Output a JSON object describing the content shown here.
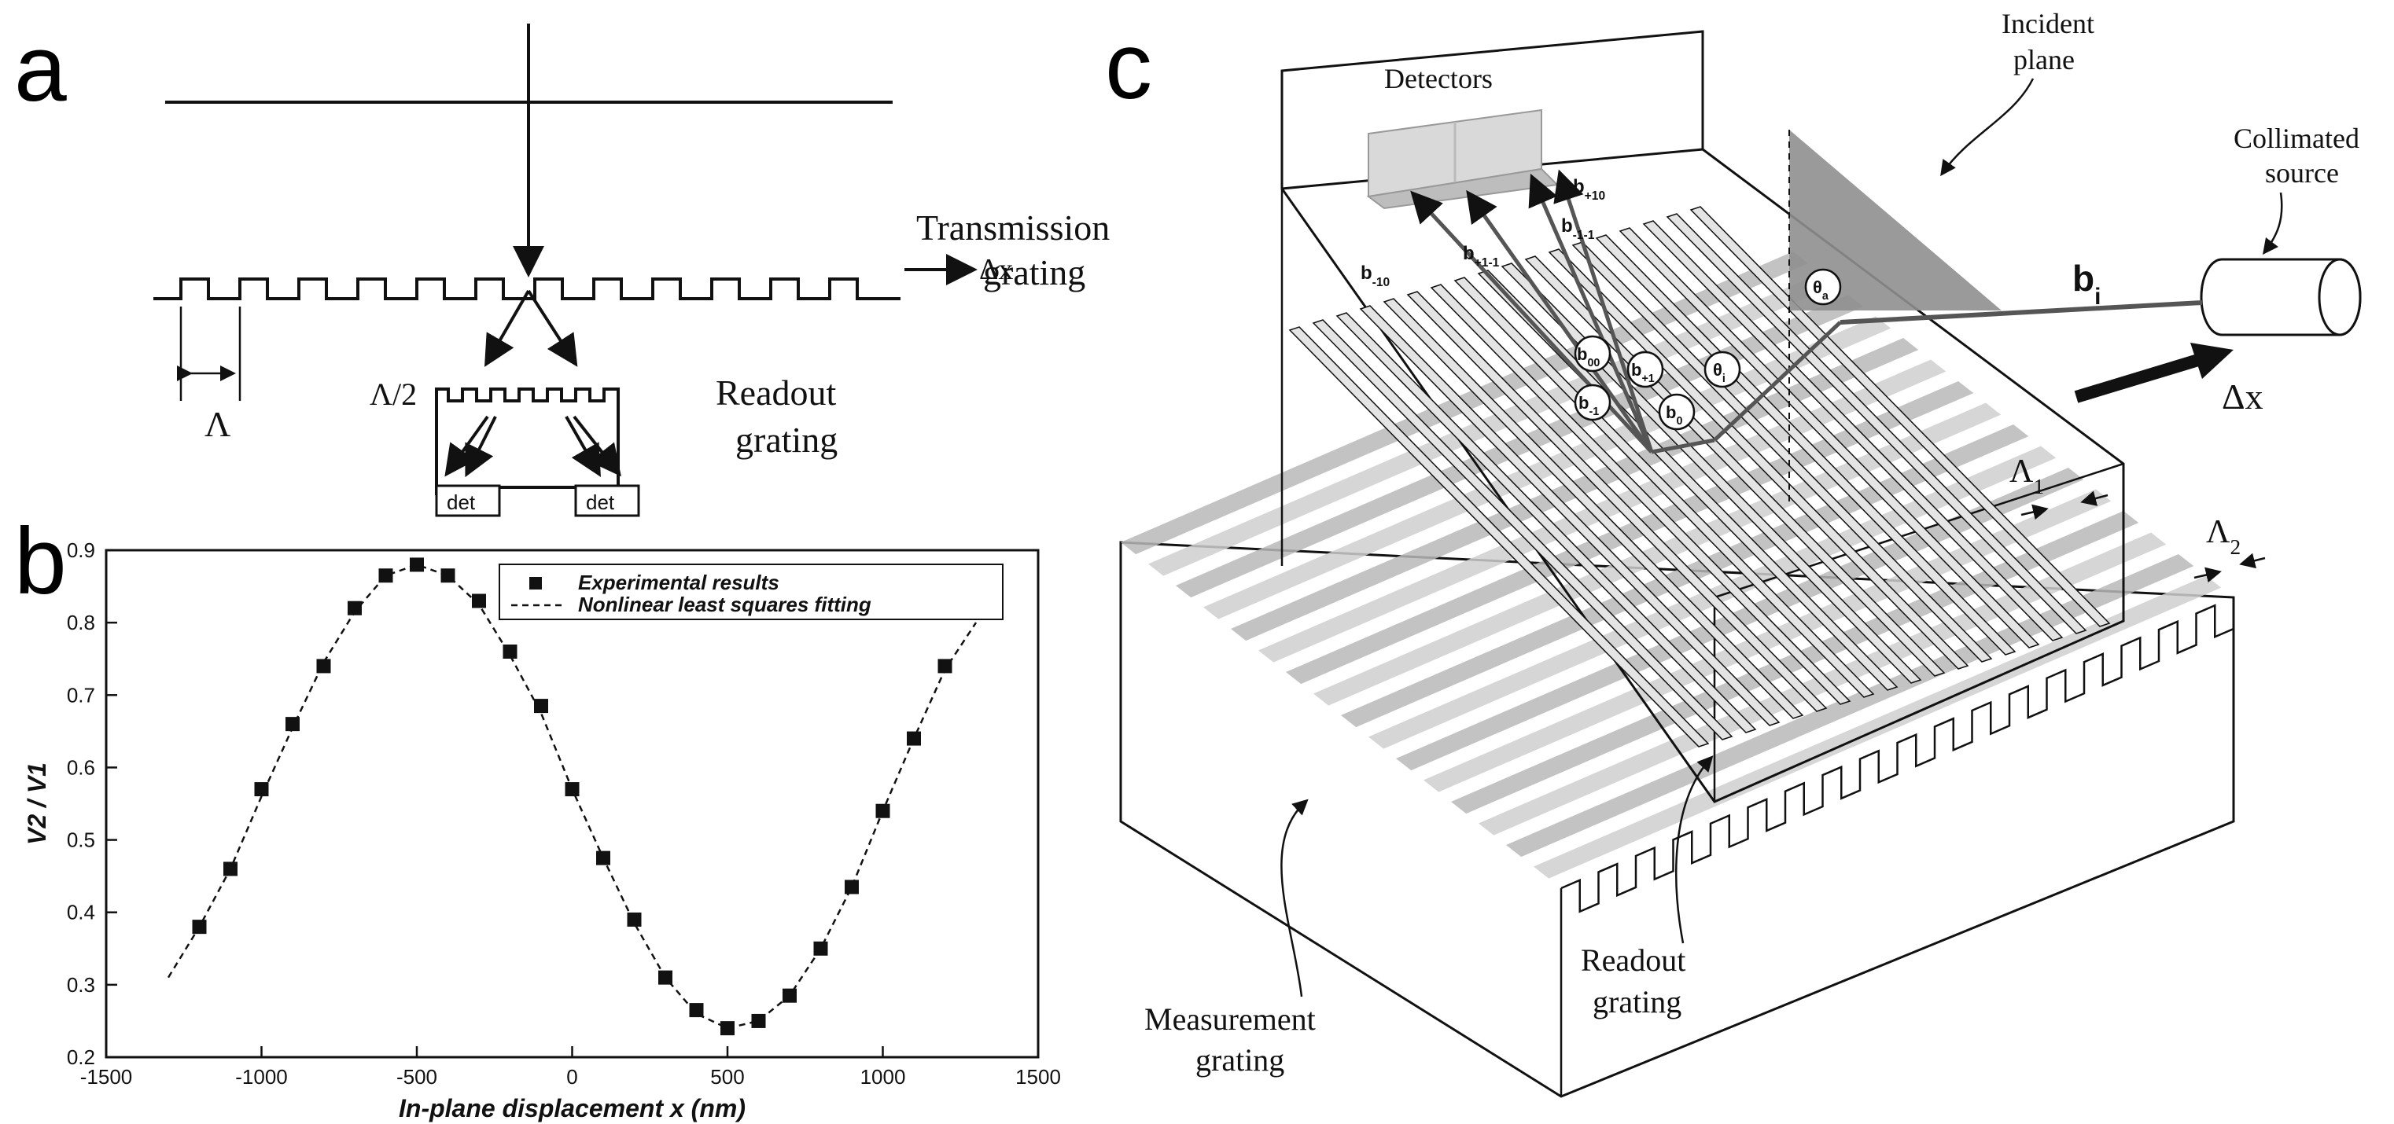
{
  "panel_a": {
    "letter": "a",
    "transmission_label": [
      "Transmission",
      "grating"
    ],
    "delta_x": "Δx",
    "lambda": "Λ",
    "lambda_half": "Λ/2",
    "readout_label": [
      "Readout",
      "grating"
    ],
    "det_left": "det",
    "det_right": "det"
  },
  "panel_b": {
    "letter": "b"
  },
  "panel_c": {
    "letter": "c",
    "detectors": "Detectors",
    "incident_plane": [
      "Incident",
      "plane"
    ],
    "collimated_source": [
      "Collimated",
      "source"
    ],
    "beam_bi": "bi",
    "delta_x": "Δx",
    "lambda1": "Λ1",
    "lambda2": "Λ2",
    "readout_grating": [
      "Readout",
      "grating"
    ],
    "measurement_grating": [
      "Measurement",
      "grating"
    ],
    "beam_labels": [
      "b-10",
      "b+1-1",
      "b-1-1",
      "b+10",
      "b00",
      "b+1",
      "b-1",
      "b0",
      "θi",
      "θa"
    ]
  },
  "chart_data": {
    "type": "scatter",
    "title": "",
    "xlabel": "In-plane displacement x  (nm)",
    "ylabel": "V2 / V1",
    "xlim": [
      -1500,
      1500
    ],
    "ylim": [
      0.2,
      0.9
    ],
    "xticks": [
      -1500,
      -1000,
      -500,
      0,
      500,
      1000,
      1500
    ],
    "yticks": [
      0.2,
      0.3,
      0.4,
      0.5,
      0.6,
      0.7,
      0.8,
      0.9
    ],
    "grid": false,
    "legend": "top-right",
    "series": [
      {
        "name": "Experimental results",
        "kind": "markers",
        "x": [
          -1200,
          -1100,
          -1000,
          -900,
          -800,
          -700,
          -600,
          -500,
          -400,
          -300,
          -200,
          -100,
          0,
          100,
          200,
          300,
          400,
          500,
          600,
          700,
          800,
          900,
          1000,
          1100,
          1200
        ],
        "y": [
          0.38,
          0.46,
          0.57,
          0.66,
          0.74,
          0.82,
          0.865,
          0.88,
          0.865,
          0.83,
          0.76,
          0.685,
          0.57,
          0.475,
          0.39,
          0.31,
          0.265,
          0.24,
          0.25,
          0.285,
          0.35,
          0.435,
          0.54,
          0.64,
          0.74
        ]
      },
      {
        "name": "Nonlinear least squares fitting",
        "kind": "dashed-line",
        "x": [
          -1300,
          -1200,
          -1100,
          -1000,
          -900,
          -800,
          -700,
          -600,
          -500,
          -400,
          -300,
          -200,
          -100,
          0,
          100,
          200,
          300,
          400,
          500,
          600,
          700,
          800,
          900,
          1000,
          1100,
          1200,
          1300
        ],
        "y": [
          0.31,
          0.38,
          0.46,
          0.56,
          0.655,
          0.745,
          0.815,
          0.865,
          0.88,
          0.865,
          0.825,
          0.755,
          0.675,
          0.57,
          0.475,
          0.385,
          0.31,
          0.26,
          0.24,
          0.25,
          0.285,
          0.35,
          0.435,
          0.54,
          0.64,
          0.735,
          0.8
        ]
      }
    ]
  }
}
